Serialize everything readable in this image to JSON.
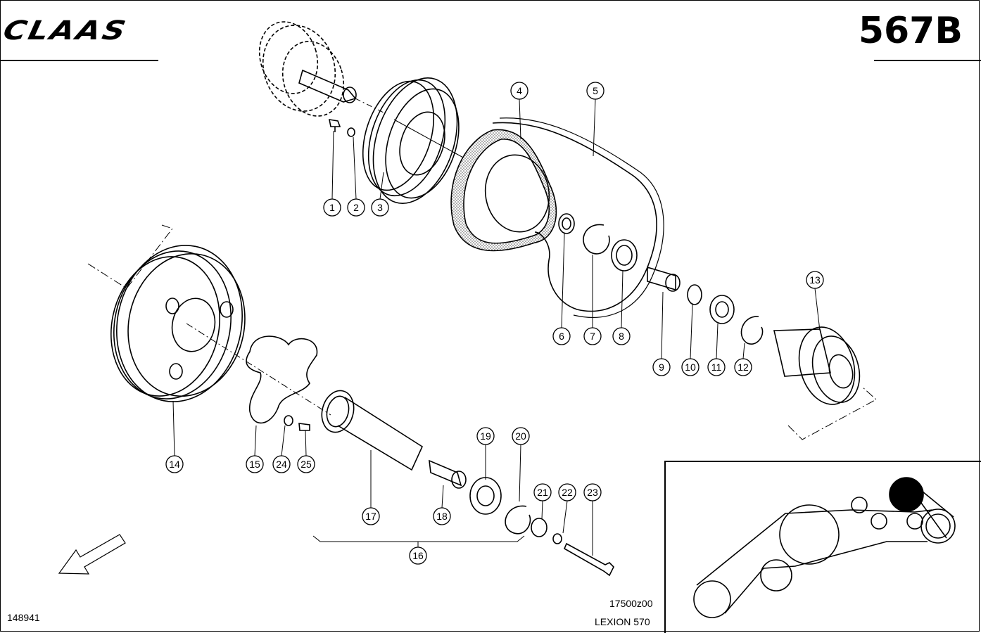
{
  "header": {
    "brand": "CLAAS",
    "sheet_number": "567B"
  },
  "footer": {
    "document_id": "148941",
    "drawing_number": "17500z00",
    "model": "LEXION 570"
  },
  "callouts": [
    {
      "label": "1"
    },
    {
      "label": "2"
    },
    {
      "label": "3"
    },
    {
      "label": "4"
    },
    {
      "label": "5"
    },
    {
      "label": "6"
    },
    {
      "label": "7"
    },
    {
      "label": "8"
    },
    {
      "label": "9"
    },
    {
      "label": "10"
    },
    {
      "label": "11"
    },
    {
      "label": "12"
    },
    {
      "label": "13"
    },
    {
      "label": "14"
    },
    {
      "label": "15"
    },
    {
      "label": "16"
    },
    {
      "label": "17"
    },
    {
      "label": "18"
    },
    {
      "label": "19"
    },
    {
      "label": "20"
    },
    {
      "label": "21"
    },
    {
      "label": "22"
    },
    {
      "label": "23"
    },
    {
      "label": "24"
    },
    {
      "label": "25"
    }
  ]
}
